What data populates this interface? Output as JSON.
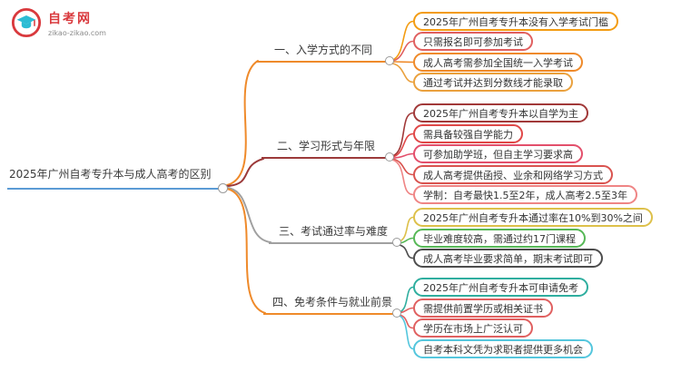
{
  "logo": {
    "name": "自考网",
    "domain": "zikao-zikao.com",
    "brand_red": "#d9393d",
    "brand_cyan": "#2bbcd4"
  },
  "root": {
    "title": "2025年广州自考专升本与成人高考的区别",
    "underline_color": "#5b9bd5"
  },
  "branches": [
    {
      "label": "一、入学方式的不同",
      "color": "#ef8a2a",
      "leaves": [
        {
          "text": "2025年广州自考专升本没有入学考试门槛",
          "color": "#f39c12"
        },
        {
          "text": "只需报名即可参加考试",
          "color": "#e06060"
        },
        {
          "text": "成人高考需参加全国统一入学考试",
          "color": "#ef8a2a"
        },
        {
          "text": "通过考试并达到分数线才能录取",
          "color": "#eaa13e"
        }
      ]
    },
    {
      "label": "二、学习形式与年限",
      "color": "#9c3a3a",
      "leaves": [
        {
          "text": "2025年广州自考专升本以自学为主",
          "color": "#a13939"
        },
        {
          "text": "需具备较强自学能力",
          "color": "#e04848"
        },
        {
          "text": "可参加助学班，但自主学习要求高",
          "color": "#e34f6b"
        },
        {
          "text": "成人高考提供函授、业余和网络学习方式",
          "color": "#d9534f"
        },
        {
          "text": "学制：自考最快1.5至2年，成人高考2.5至3年",
          "color": "#ef8585"
        }
      ]
    },
    {
      "label": "三、考试通过率与难度",
      "color": "#a0a0a0",
      "leaves": [
        {
          "text": "2025年广州自考专升本通过率在10%到30%之间",
          "color": "#ddc04a"
        },
        {
          "text": "毕业难度较高，需通过约17门课程",
          "color": "#57b857"
        },
        {
          "text": "成人高考毕业要求简单，期末考试即可",
          "color": "#4d4d4d"
        }
      ]
    },
    {
      "label": "四、免考条件与就业前景",
      "color": "#ef8a2a",
      "leaves": [
        {
          "text": "2025年广州自考专升本可申请免考",
          "color": "#2fae9f"
        },
        {
          "text": "需提供前置学历或相关证书",
          "color": "#e06060"
        },
        {
          "text": "学历在市场上广泛认可",
          "color": "#e06060"
        },
        {
          "text": "自考本科文凭为求职者提供更多机会",
          "color": "#54c6dd"
        }
      ]
    }
  ]
}
